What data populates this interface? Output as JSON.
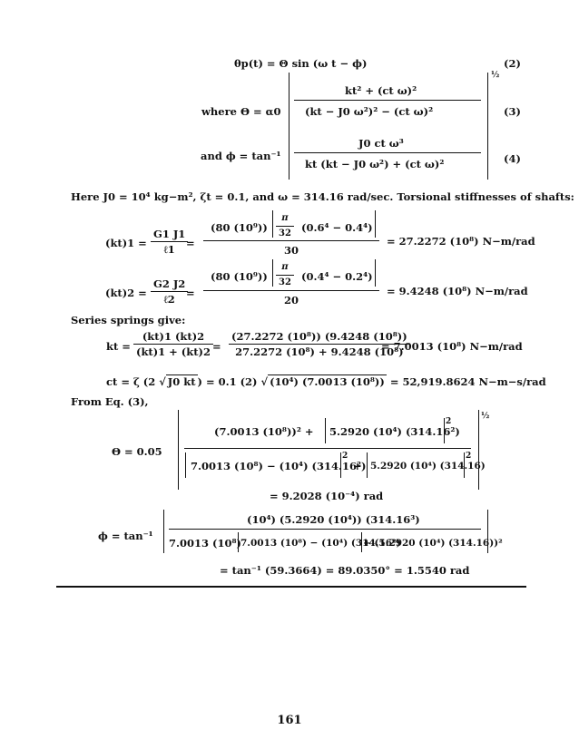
{
  "equations": {
    "eq2": {
      "text": "θp(t) = Θ sin (ω t − ϕ)",
      "number": "(2)"
    },
    "eq3": {
      "lead": "where Θ = α0",
      "num": "kt² + (ct ω)²",
      "den": "(kt − J0 ω²)² − (ct ω)²",
      "exp": "½",
      "number": "(3)"
    },
    "eq4": {
      "lead": "and ϕ = tan⁻¹",
      "num": "J0 ct ω³",
      "den": "kt (kt − J0 ω²) + (ct ω)²",
      "number": "(4)"
    }
  },
  "text": {
    "given": "Here J0 = 10⁴ kg−m², ζt = 0.1, and ω = 314.16 rad/sec. Torsional stiffnesses of shafts:",
    "series": "Series springs give:",
    "from_eq3": "From Eq. (3),"
  },
  "k1": {
    "lhs": "(kt)1 =",
    "f1_num": "G1 J1",
    "f1_den": "ℓ1",
    "eq": "=",
    "inner_lead": "(80 (10⁹))",
    "pi_num": "π",
    "pi_den": "32",
    "inner_tail": "(0.6⁴ − 0.4⁴)",
    "den": "30",
    "result": "= 27.2272 (10⁸) N−m/rad"
  },
  "k2": {
    "lhs": "(kt)2 =",
    "f1_num": "G2 J2",
    "f1_den": "ℓ2",
    "eq": "=",
    "inner_lead": "(80 (10⁹))",
    "pi_num": "π",
    "pi_den": "32",
    "inner_tail": "(0.4⁴ − 0.2⁴)",
    "den": "20",
    "result": "= 9.4248 (10⁸) N−m/rad"
  },
  "kt": {
    "lhs": "kt =",
    "f1_num": "(kt)1 (kt)2",
    "f1_den": "(kt)1 + (kt)2",
    "eq": "=",
    "f2_num": "(27.2272 (10⁸)) (9.4248 (10⁸))",
    "f2_den": "27.2272 (10⁸) + 9.4248 (10⁸)",
    "result": "= 7.0013 (10⁸) N−m/rad"
  },
  "ct": {
    "text1": "ct = ζ (2 ",
    "sqrt1": "J0 kt",
    "text2": ") = 0.1 (2) ",
    "sqrt2": "(10⁴) (7.0013 (10⁸))",
    "text3": " = 52,919.8624 N−m−s/rad"
  },
  "theta": {
    "lhs": "Θ = 0.05",
    "num_a": "(7.0013 (10⁸))² +",
    "num_b": "5.2920 (10⁴) (314.16²)",
    "num_b_exp": "2",
    "den_a": "7.0013 (10⁸) − (10⁴) (314.16²)",
    "den_a_exp": "2",
    "den_plus": "+",
    "den_b": "5.2920 (10⁴) (314.16)",
    "den_b_exp": "2",
    "outer_exp": "½",
    "result": "= 9.2028 (10⁻⁴) rad"
  },
  "phi": {
    "lhs": "ϕ = tan⁻¹",
    "num": "(10⁴) (5.2920 (10⁴)) (314.16³)",
    "den_a": "7.0013 (10⁸)",
    "den_b": "7.0013 (10⁸) − (10⁴) (314.16²)",
    "den_c": "+ (5.2920 (10⁴) (314.16))²",
    "result": "= tan⁻¹ (59.3664) = 89.0350° = 1.5540 rad"
  },
  "page_number": "161"
}
